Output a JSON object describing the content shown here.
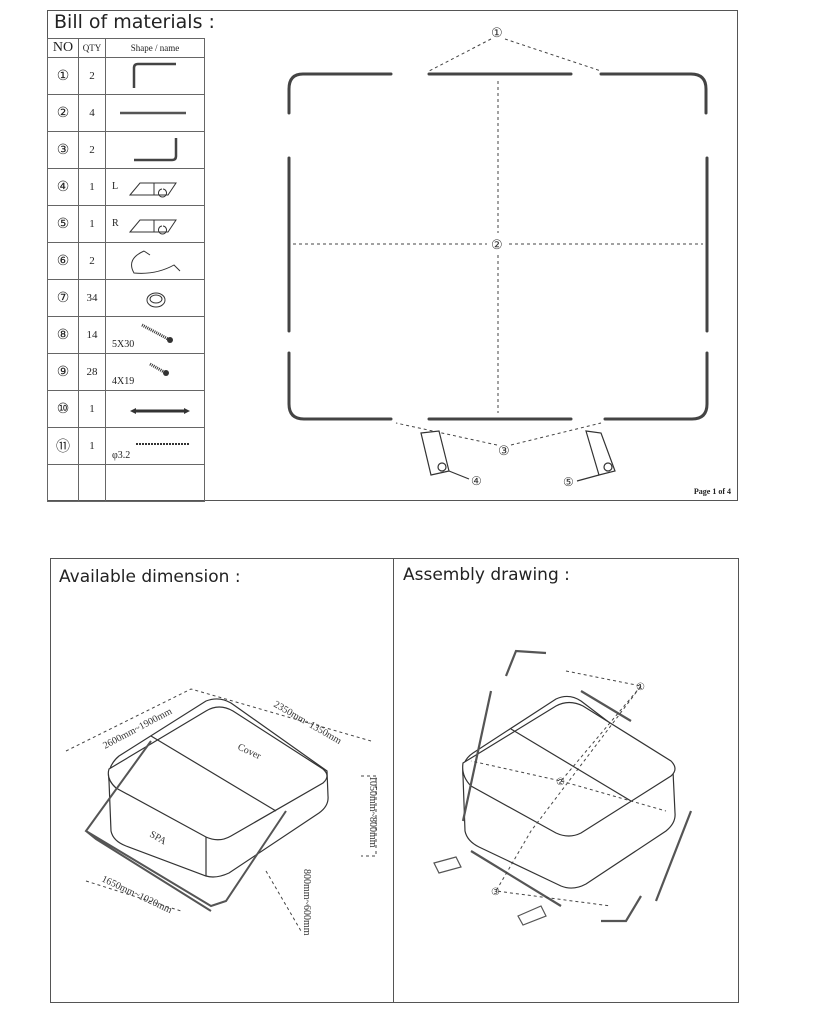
{
  "bom": {
    "title": "Bill of materials :",
    "headers": {
      "no": "NO",
      "qty": "QTY",
      "shape": "Shape / name"
    },
    "rows": [
      {
        "no": "①",
        "qty": "2",
        "label": "",
        "icon": "corner-bar-l-icon"
      },
      {
        "no": "②",
        "qty": "4",
        "label": "",
        "icon": "straight-bar-icon"
      },
      {
        "no": "③",
        "qty": "2",
        "label": "",
        "icon": "corner-bar-j-icon"
      },
      {
        "no": "④",
        "qty": "1",
        "label": "L",
        "icon": "bracket-left-icon"
      },
      {
        "no": "⑤",
        "qty": "1",
        "label": "R",
        "icon": "bracket-right-icon"
      },
      {
        "no": "⑥",
        "qty": "2",
        "label": "",
        "icon": "strap-clamp-icon"
      },
      {
        "no": "⑦",
        "qty": "34",
        "label": "",
        "icon": "washer-icon"
      },
      {
        "no": "⑧",
        "qty": "14",
        "label": "5X30",
        "icon": "screw-large-icon"
      },
      {
        "no": "⑨",
        "qty": "28",
        "label": "4X19",
        "icon": "screw-small-icon"
      },
      {
        "no": "⑩",
        "qty": "1",
        "label": "",
        "icon": "double-bit-icon"
      },
      {
        "no": "⑪",
        "qty": "1",
        "label": "φ3.2",
        "icon": "drill-bit-icon"
      }
    ],
    "diagram_labels": {
      "top": "①",
      "center": "②",
      "bottom": "③",
      "left_bracket": "④",
      "right_bracket": "⑤"
    },
    "page": "Page 1 of 4"
  },
  "dimension": {
    "title": "Available dimension :",
    "length": "2600mm~1900mm",
    "width": "2350mm~1350mm",
    "height": "1050mm~800mm",
    "side": "1650mm~1020mm",
    "drop": "800mm~600mm",
    "cover_label": "Cover",
    "spa_label": "SPA"
  },
  "assembly": {
    "title": "Assembly drawing :",
    "labels": {
      "top": "①",
      "center": "②",
      "bottom": "③"
    }
  }
}
